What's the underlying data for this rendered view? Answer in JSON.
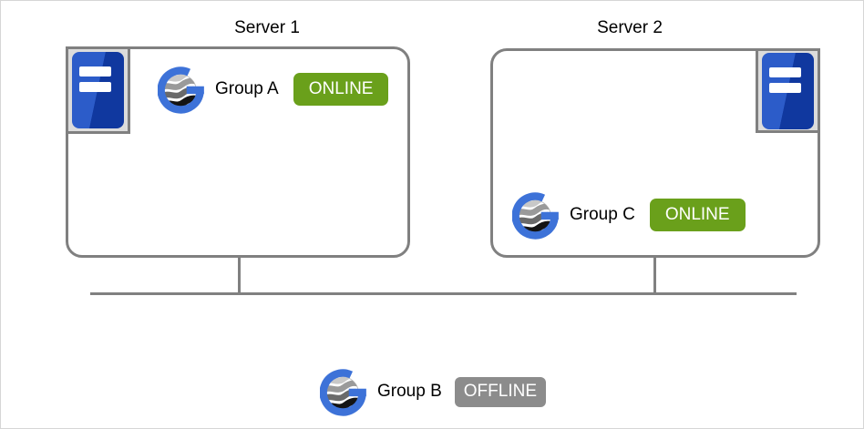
{
  "servers": [
    {
      "title": "Server 1",
      "groups": [
        {
          "name": "Group A",
          "status": "ONLINE"
        }
      ]
    },
    {
      "title": "Server 2",
      "groups": [
        {
          "name": "Group C",
          "status": "ONLINE"
        }
      ]
    }
  ],
  "unassigned_group": {
    "name": "Group B",
    "status": "OFFLINE"
  },
  "status_labels": {
    "online": "ONLINE",
    "offline": "OFFLINE"
  },
  "icons": {
    "server": "server-tower-icon",
    "group": "resource-group-globe-g-icon"
  },
  "colors": {
    "status_online": "#6aa01b",
    "status_offline": "#8c8c8c",
    "status_text": "#ffffff",
    "connector_line": "#808080",
    "box_border": "#808080",
    "server_icon_blue_light": "#2c5cc9",
    "server_icon_blue_dark": "#10389f",
    "group_ring_blue": "#3d72d8"
  }
}
